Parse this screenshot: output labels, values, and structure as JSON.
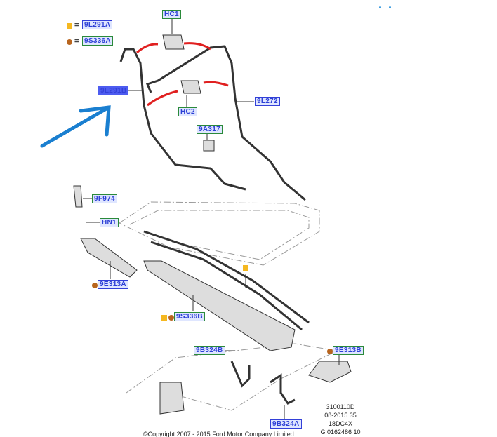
{
  "legend": [
    {
      "symbol": "square",
      "color": "#f5b820",
      "eq": "=",
      "part": "9L291A"
    },
    {
      "symbol": "circle",
      "color": "#b8651e",
      "eq": "=",
      "part": "9S336A"
    }
  ],
  "labels": {
    "hc1": "HC1",
    "hc2": "HC2",
    "l291b": "9L291B",
    "l272": "9L272",
    "a317": "9A317",
    "f974": "9F974",
    "hn1": "HN1",
    "e313a": "9E313A",
    "s336b": "9S336B",
    "e313b": "9E313B",
    "b324b": "9B324B",
    "b324a": "9B324A"
  },
  "info": [
    "3100110D",
    "08-2015 35",
    "18DC4X",
    "G 0162486 10"
  ],
  "copyright": "©Copyright  2007 - 2015  Ford Motor Company Limited",
  "colors": {
    "arrow_red": "#e02020",
    "pointer_blue": "#1a7fd0"
  }
}
